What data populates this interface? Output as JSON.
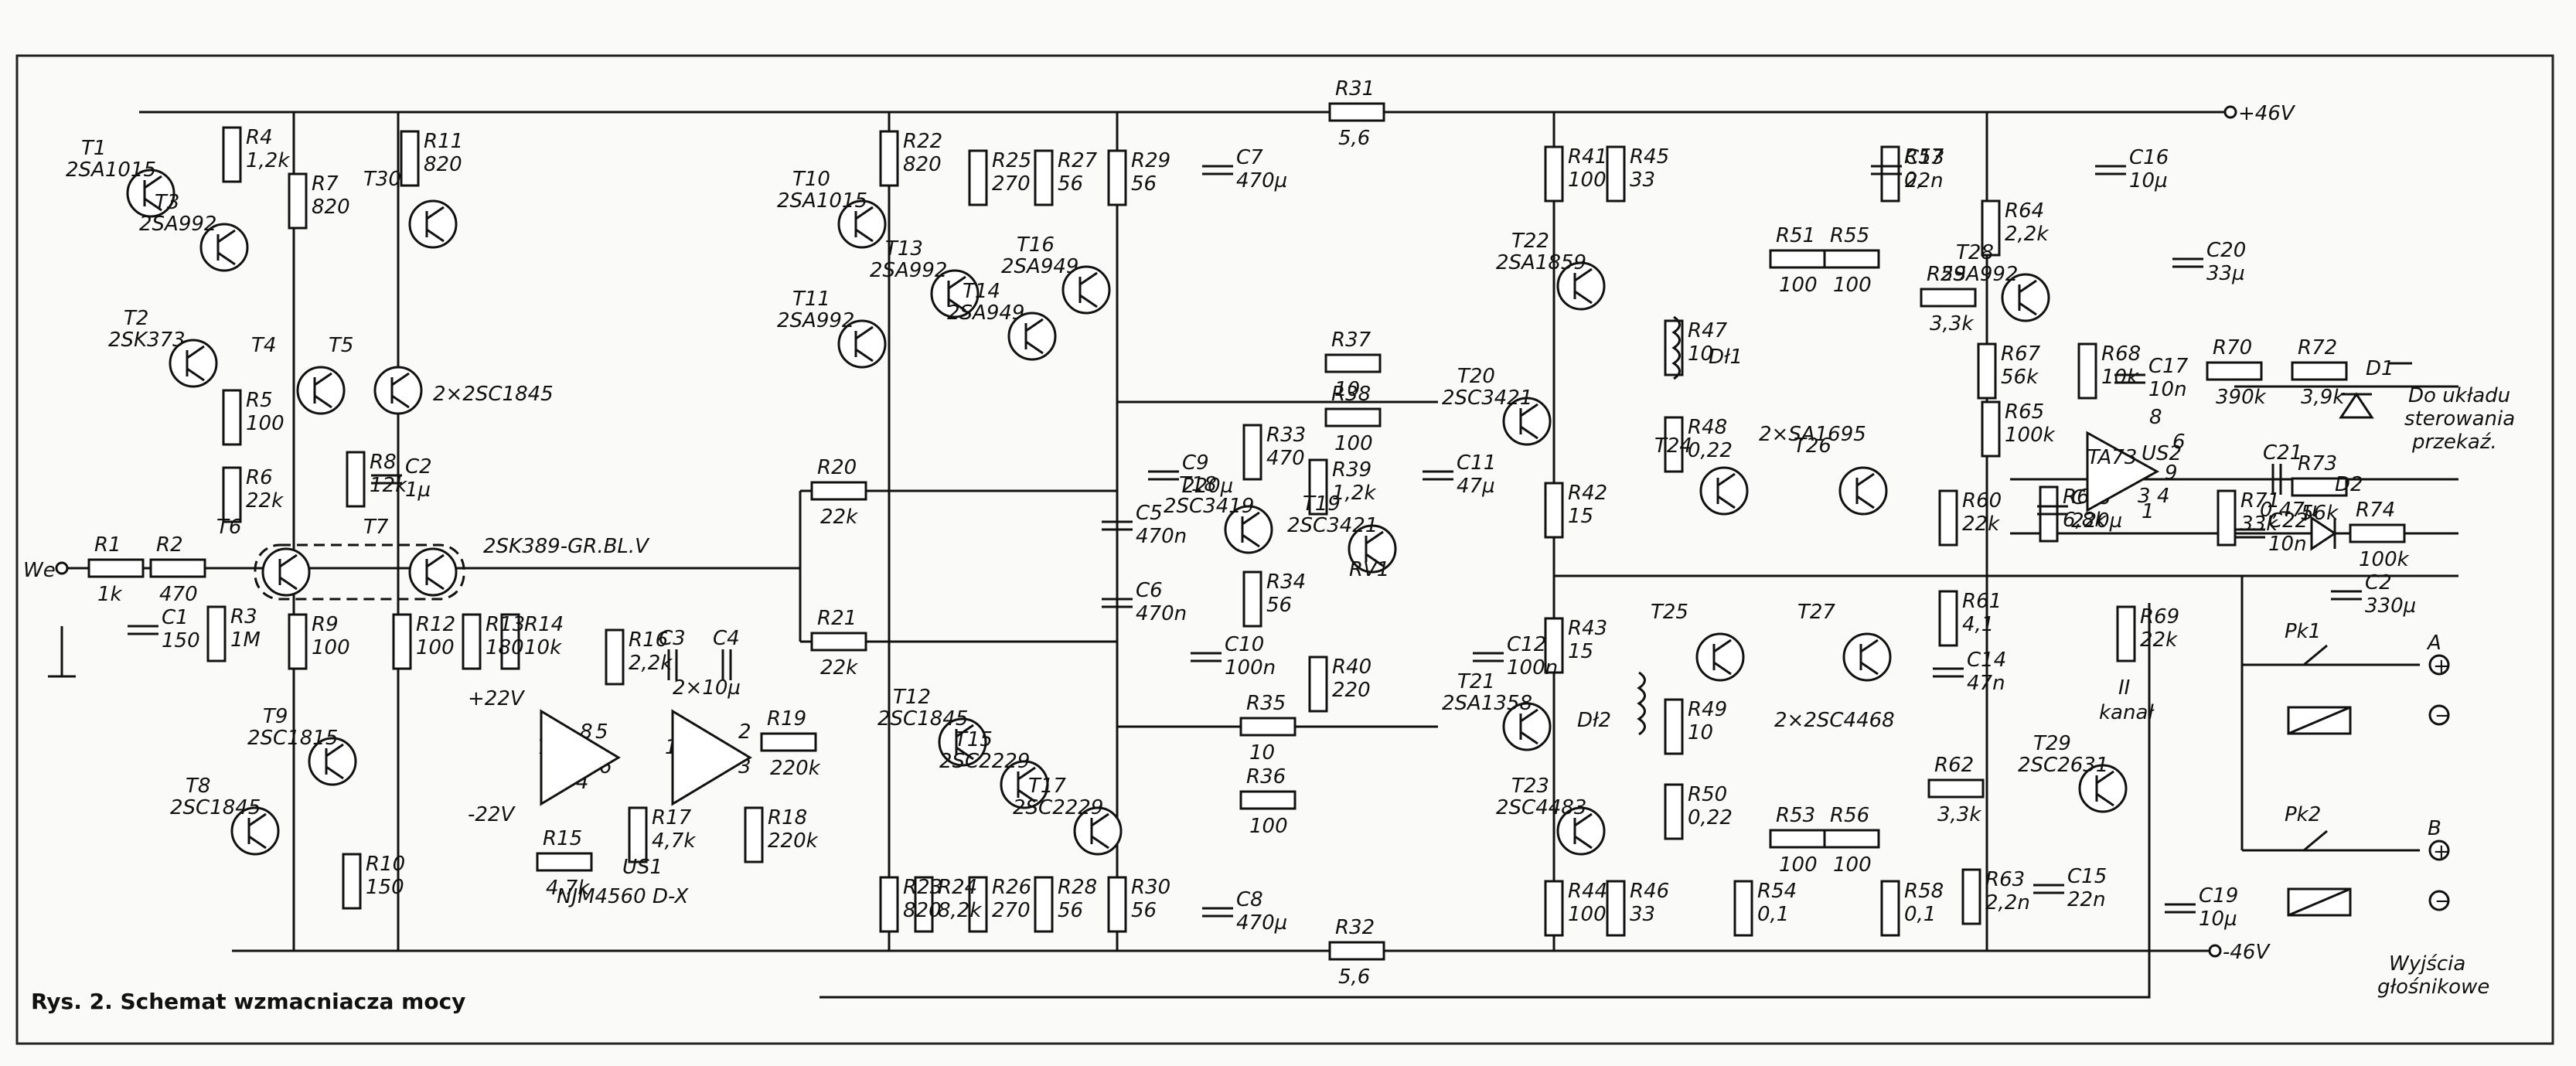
{
  "caption": "Rys. 2. Schemat wzmacniacza mocy",
  "inputs": {
    "we": "We",
    "plus22": "+22V",
    "minus22": "-22V"
  },
  "rails": {
    "pos": "+46V",
    "neg": "-46V"
  },
  "opamps": {
    "us1": {
      "label": "US1",
      "part": "NJM4560 D-X",
      "pins": [
        "7",
        "8",
        "5",
        "6",
        "4",
        "1",
        "2",
        "3"
      ]
    },
    "us2": {
      "label": "US2",
      "part": "TA73",
      "pins": [
        "8",
        "2",
        "9",
        "6",
        "3",
        "4",
        "1"
      ]
    }
  },
  "output_note": {
    "line1": "Do układu",
    "line2": "sterowania",
    "line3": "przekaź."
  },
  "relays": {
    "pk1": "Pk1",
    "pk2": "Pk2"
  },
  "outputs": {
    "a": "A",
    "b": "B",
    "caption1": "Wyjścia",
    "caption2": "głośnikowe"
  },
  "second_channel": {
    "line1": "II",
    "line2": "kanał"
  },
  "misc": {
    "c3c4": "2×10µ",
    "t4t5": "2×2SC1845",
    "t24t26": "2×SA1695",
    "t25t27": "2×2SC4468",
    "t7part": "2SK389-GR.BL.V",
    "rv1": "RV1",
    "dl1": "Dł1",
    "dl2": "Dł2"
  },
  "transistors": [
    {
      "ref": "T1",
      "part": "2SA1015"
    },
    {
      "ref": "T2",
      "part": "2SK373"
    },
    {
      "ref": "T3",
      "part": "2SA992"
    },
    {
      "ref": "T4",
      "part": ""
    },
    {
      "ref": "T5",
      "part": ""
    },
    {
      "ref": "T6",
      "part": ""
    },
    {
      "ref": "T7",
      "part": ""
    },
    {
      "ref": "T8",
      "part": "2SC1845"
    },
    {
      "ref": "T9",
      "part": "2SC1815"
    },
    {
      "ref": "T10",
      "part": "2SA1015"
    },
    {
      "ref": "T11",
      "part": "2SA992"
    },
    {
      "ref": "T12",
      "part": "2SC1845"
    },
    {
      "ref": "T13",
      "part": "2SA992"
    },
    {
      "ref": "T14",
      "part": "2SA949"
    },
    {
      "ref": "T15",
      "part": "2SC2229"
    },
    {
      "ref": "T16",
      "part": "2SA949"
    },
    {
      "ref": "T17",
      "part": "2SC2229"
    },
    {
      "ref": "T18",
      "part": "2SC3419"
    },
    {
      "ref": "T19",
      "part": "2SC3421"
    },
    {
      "ref": "T20",
      "part": "2SC3421"
    },
    {
      "ref": "T21",
      "part": "2SA1358"
    },
    {
      "ref": "T22",
      "part": "2SA1859"
    },
    {
      "ref": "T23",
      "part": "2SC4483"
    },
    {
      "ref": "T24",
      "part": ""
    },
    {
      "ref": "T25",
      "part": ""
    },
    {
      "ref": "T26",
      "part": ""
    },
    {
      "ref": "T27",
      "part": ""
    },
    {
      "ref": "T28",
      "part": "2SA992"
    },
    {
      "ref": "T29",
      "part": "2SC2631"
    },
    {
      "ref": "T30",
      "part": ""
    }
  ],
  "resistors": [
    {
      "ref": "R1",
      "value": "1k"
    },
    {
      "ref": "R2",
      "value": "470"
    },
    {
      "ref": "R3",
      "value": "1M"
    },
    {
      "ref": "R4",
      "value": "1,2k"
    },
    {
      "ref": "R5",
      "value": "100"
    },
    {
      "ref": "R6",
      "value": "22k"
    },
    {
      "ref": "R7",
      "value": "820"
    },
    {
      "ref": "R8",
      "value": "12k"
    },
    {
      "ref": "R9",
      "value": "100"
    },
    {
      "ref": "R10",
      "value": "150"
    },
    {
      "ref": "R11",
      "value": "820"
    },
    {
      "ref": "R12",
      "value": "100"
    },
    {
      "ref": "R13",
      "value": "180"
    },
    {
      "ref": "R14",
      "value": "10k"
    },
    {
      "ref": "R15",
      "value": "4,7k"
    },
    {
      "ref": "R16",
      "value": "2,2k"
    },
    {
      "ref": "R17",
      "value": "4,7k"
    },
    {
      "ref": "R18",
      "value": "220k"
    },
    {
      "ref": "R19",
      "value": "220k"
    },
    {
      "ref": "R20",
      "value": "22k"
    },
    {
      "ref": "R21",
      "value": "22k"
    },
    {
      "ref": "R22",
      "value": "820"
    },
    {
      "ref": "R23",
      "value": "820"
    },
    {
      "ref": "R24",
      "value": "8,2k"
    },
    {
      "ref": "R25",
      "value": "270"
    },
    {
      "ref": "R26",
      "value": "270"
    },
    {
      "ref": "R27",
      "value": "56"
    },
    {
      "ref": "R28",
      "value": "56"
    },
    {
      "ref": "R29",
      "value": "56"
    },
    {
      "ref": "R30",
      "value": "56"
    },
    {
      "ref": "R31",
      "value": "5,6"
    },
    {
      "ref": "R32",
      "value": "5,6"
    },
    {
      "ref": "R33",
      "value": "470"
    },
    {
      "ref": "R34",
      "value": "56"
    },
    {
      "ref": "R35",
      "value": "10"
    },
    {
      "ref": "R36",
      "value": "100"
    },
    {
      "ref": "R37",
      "value": "10"
    },
    {
      "ref": "R38",
      "value": "100"
    },
    {
      "ref": "R39",
      "value": "1,2k"
    },
    {
      "ref": "R40",
      "value": "220"
    },
    {
      "ref": "R41",
      "value": "100"
    },
    {
      "ref": "R42",
      "value": "15"
    },
    {
      "ref": "R43",
      "value": "15"
    },
    {
      "ref": "R44",
      "value": "100"
    },
    {
      "ref": "R45",
      "value": "33"
    },
    {
      "ref": "R46",
      "value": "33"
    },
    {
      "ref": "R47",
      "value": "10"
    },
    {
      "ref": "R48",
      "value": "0,22"
    },
    {
      "ref": "R49",
      "value": "10"
    },
    {
      "ref": "R50",
      "value": "0,22"
    },
    {
      "ref": "R51",
      "value": "100"
    },
    {
      "ref": "R53",
      "value": "100"
    },
    {
      "ref": "R54",
      "value": "0,1"
    },
    {
      "ref": "R55",
      "value": "100"
    },
    {
      "ref": "R56",
      "value": "100"
    },
    {
      "ref": "R57",
      "value": "0,"
    },
    {
      "ref": "R58",
      "value": "0,1"
    },
    {
      "ref": "R59",
      "value": "3,3k"
    },
    {
      "ref": "R60",
      "value": "22k"
    },
    {
      "ref": "R61",
      "value": "4,1"
    },
    {
      "ref": "R62",
      "value": "3,3k"
    },
    {
      "ref": "R63",
      "value": "2,2n"
    },
    {
      "ref": "R64",
      "value": "2,2k"
    },
    {
      "ref": "R65",
      "value": "100k"
    },
    {
      "ref": "R66",
      "value": "6,8k"
    },
    {
      "ref": "R67",
      "value": "56k"
    },
    {
      "ref": "R68",
      "value": "10k"
    },
    {
      "ref": "R69",
      "value": "22k"
    },
    {
      "ref": "R70",
      "value": "390k"
    },
    {
      "ref": "R71",
      "value": "33k"
    },
    {
      "ref": "R72",
      "value": "3,9k"
    },
    {
      "ref": "R73",
      "value": "56k"
    },
    {
      "ref": "R74",
      "value": "100k"
    }
  ],
  "capacitors": [
    {
      "ref": "C1",
      "value": "150"
    },
    {
      "ref": "C2",
      "value": "1µ"
    },
    {
      "ref": "C3",
      "value": ""
    },
    {
      "ref": "C4",
      "value": ""
    },
    {
      "ref": "C5",
      "value": "470n"
    },
    {
      "ref": "C6",
      "value": "470n"
    },
    {
      "ref": "C7",
      "value": "470µ"
    },
    {
      "ref": "C8",
      "value": "470µ"
    },
    {
      "ref": "C9",
      "value": "220µ"
    },
    {
      "ref": "C10",
      "value": "100n"
    },
    {
      "ref": "C11",
      "value": "47µ"
    },
    {
      "ref": "C12",
      "value": "100n"
    },
    {
      "ref": "C13",
      "value": "22n"
    },
    {
      "ref": "C14",
      "value": "47n"
    },
    {
      "ref": "C15",
      "value": "22n"
    },
    {
      "ref": "C16",
      "value": "10µ"
    },
    {
      "ref": "C17",
      "value": "10n"
    },
    {
      "ref": "C18",
      "value": "220µ"
    },
    {
      "ref": "C19",
      "value": "10µ"
    },
    {
      "ref": "C20",
      "value": "33µ"
    },
    {
      "ref": "C21",
      "value": "0,47µ"
    },
    {
      "ref": "C22",
      "value": "10n"
    },
    {
      "ref": "C2b",
      "value": "330µ"
    }
  ],
  "diodes": [
    {
      "ref": "D1",
      "value": ""
    },
    {
      "ref": "D2",
      "value": ""
    }
  ]
}
